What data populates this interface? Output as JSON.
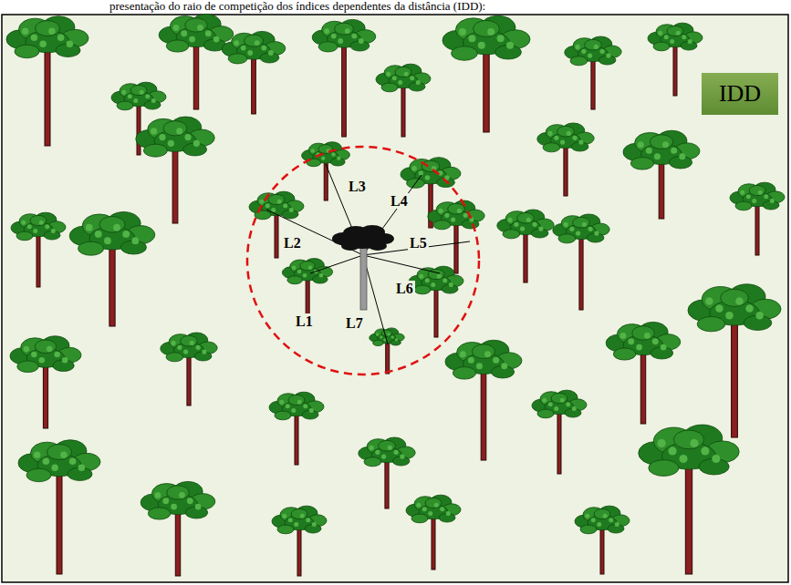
{
  "diagram": {
    "title": "presentação do raio de competição dos índices dependentes da distância (IDD):",
    "nodes": [
      {
        "text": [
          "IDD"
        ]
      }
    ],
    "labels": [
      "L1",
      "L2",
      "L3",
      "L4",
      "L5",
      "L6",
      "L7"
    ]
  }
}
